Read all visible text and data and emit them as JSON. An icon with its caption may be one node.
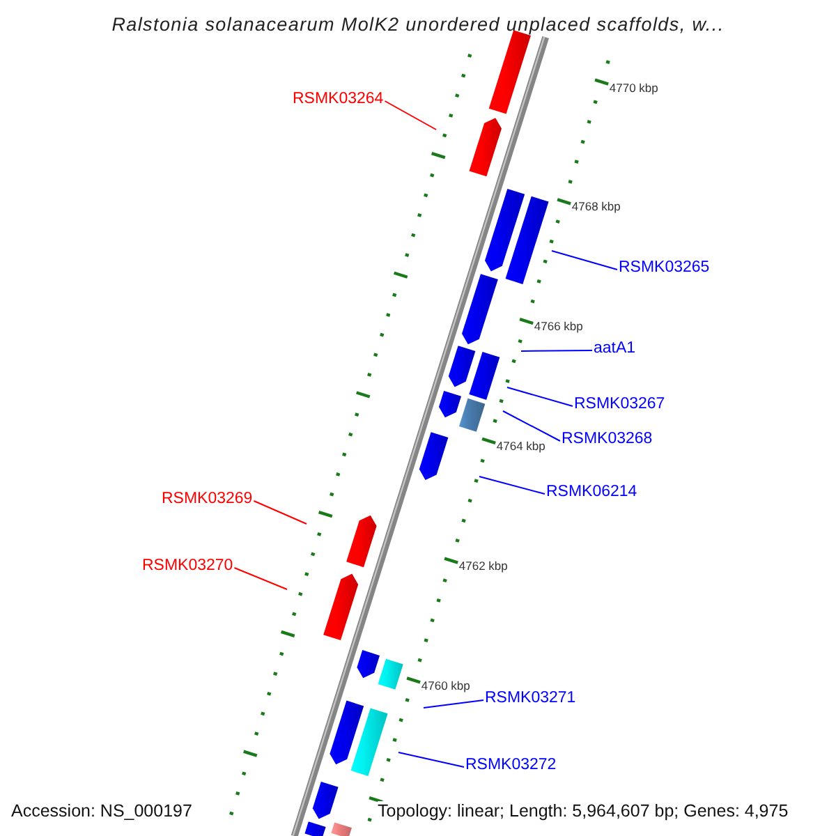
{
  "diagram": {
    "title": "Ralstonia solanacearum MolK2 unordered unplaced scaffolds, w...",
    "nodes": [
      {
        "text": [
          "RSMK03264"
        ]
      },
      {
        "text": [
          "RSMK03265"
        ]
      },
      {
        "text": [
          "aatA1"
        ]
      },
      {
        "text": [
          "RSMK03267"
        ]
      },
      {
        "text": [
          "RSMK03268"
        ]
      },
      {
        "text": [
          "RSMK06214"
        ]
      },
      {
        "text": [
          "RSMK03269"
        ]
      },
      {
        "text": [
          "RSMK03270"
        ]
      },
      {
        "text": [
          "RSMK03271"
        ]
      },
      {
        "text": [
          "RSMK03272"
        ]
      }
    ],
    "edges": [
      {
        "from": 0,
        "to": null,
        "arrow": "none",
        "color": "#ff0000"
      },
      {
        "from": 1,
        "to": null,
        "arrow": "none"
      },
      {
        "from": 2,
        "to": null,
        "arrow": "none"
      },
      {
        "from": 3,
        "to": null,
        "arrow": "none"
      },
      {
        "from": 4,
        "to": null,
        "arrow": "none"
      },
      {
        "from": 5,
        "to": null,
        "arrow": "none"
      },
      {
        "from": 6,
        "to": null,
        "arrow": "none",
        "color": "#ff0000"
      },
      {
        "from": 7,
        "to": null,
        "arrow": "none",
        "color": "#ff0000"
      },
      {
        "from": 8,
        "to": null,
        "arrow": "none"
      },
      {
        "from": 9,
        "to": null,
        "arrow": "none"
      }
    ],
    "labels": [
      "4770 kbp",
      "4768 kbp",
      "4766 kbp",
      "4764 kbp",
      "4762 kbp",
      "4760 kbp",
      "Accession: NS_000197",
      "Topology: linear; Length: 5,964,607 bp; Genes: 4,975"
    ]
  }
}
